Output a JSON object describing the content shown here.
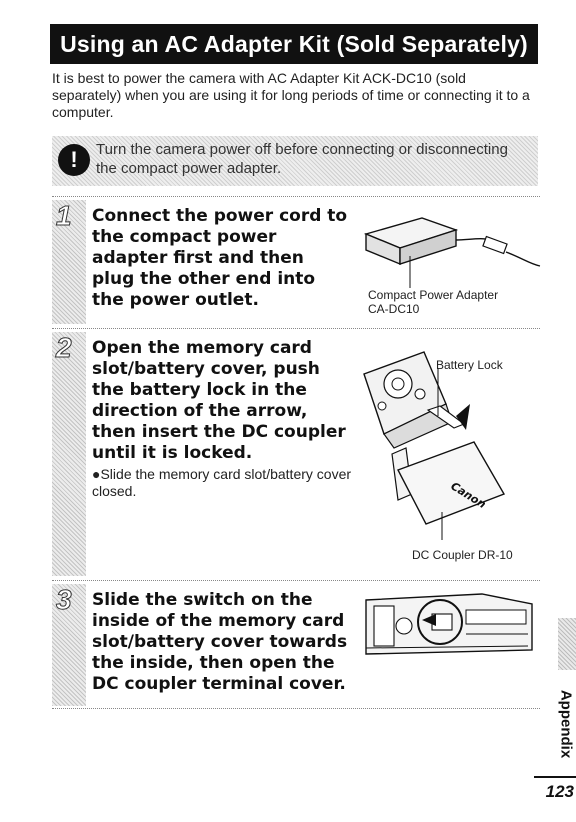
{
  "header": {
    "title": "Using an AC Adapter Kit (Sold Separately)"
  },
  "intro": "It is best to power the camera with AC Adapter Kit ACK-DC10 (sold separately) when you are using it for long periods of time or connecting it to a computer.",
  "caution": {
    "icon": "caution-icon",
    "text": "Turn the camera power off before connecting or disconnecting the compact power adapter."
  },
  "steps": [
    {
      "number": "1",
      "title": "Connect the power cord to the compact power adapter first and then plug the other end into the power outlet.",
      "captions": [
        "Compact Power Adapter",
        "CA-DC10"
      ]
    },
    {
      "number": "2",
      "title": "Open the memory card slot/battery cover, push the battery lock in the direction of the arrow, then insert the DC coupler until it is locked.",
      "bullet": "Slide the memory card slot/battery cover closed.",
      "captions": [
        "Battery Lock",
        "DC Coupler DR-10"
      ]
    },
    {
      "number": "3",
      "title": "Slide the switch on the inside of the memory card slot/battery cover towards the inside, then open the DC coupler terminal cover."
    }
  ],
  "sidebar": {
    "label": "Appendix"
  },
  "footer": {
    "page_number": "123"
  }
}
